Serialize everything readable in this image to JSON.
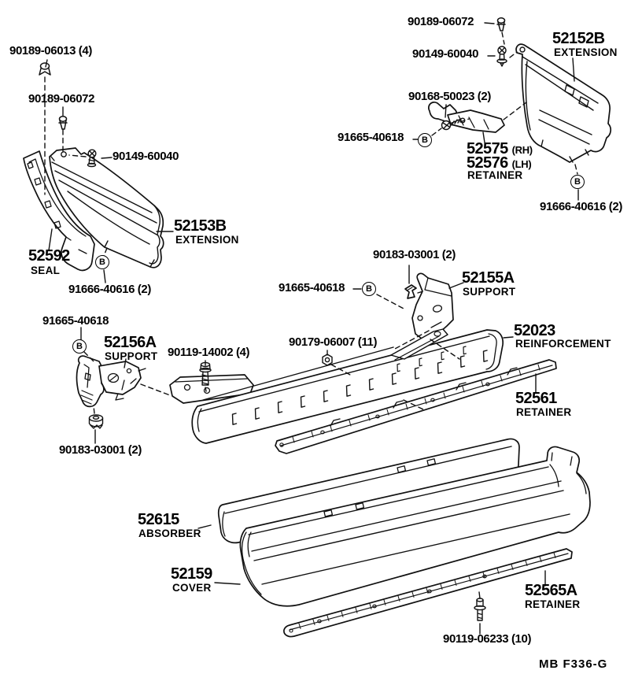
{
  "footer_code": "MB  F336-G",
  "marker_letter": "B",
  "fasteners": {
    "f90189_06013": "90189-06013 (4)",
    "f90189_06072_left": "90189-06072",
    "f90189_06072_right": "90189-06072",
    "f90149_60040_left": "90149-60040",
    "f90149_60040_right": "90149-60040",
    "f90168_50023": "90168-50023 (2)",
    "f91665_40618_top": "91665-40618",
    "f91665_40618_mid": "91665-40618",
    "f91665_40618_left": "91665-40618",
    "f91666_40616_left": "91666-40616 (2)",
    "f91666_40616_right": "91666-40616 (2)",
    "f90183_03001_mid": "90183-03001 (2)",
    "f90183_03001_left": "90183-03001 (2)",
    "f90179_06007": "90179-06007 (11)",
    "f90119_14002": "90119-14002 (4)",
    "f90119_06233": "90119-06233 (10)"
  },
  "parts": {
    "seal": {
      "num": "52592",
      "name": "SEAL"
    },
    "extension_left": {
      "num": "52153B",
      "name": "EXTENSION"
    },
    "extension_right": {
      "num": "52152B",
      "name": "EXTENSION"
    },
    "retainer_rh": {
      "num": "52575",
      "side": "(RH)"
    },
    "retainer_lh": {
      "num": "52576",
      "side": "(LH)"
    },
    "retainer_rhlh_name": "RETAINER",
    "support_right": {
      "num": "52155A",
      "name": "SUPPORT"
    },
    "support_left": {
      "num": "52156A",
      "name": "SUPPORT"
    },
    "reinforcement": {
      "num": "52023",
      "name": "REINFORCEMENT"
    },
    "retainer_bar": {
      "num": "52561",
      "name": "RETAINER"
    },
    "absorber": {
      "num": "52615",
      "name": "ABSORBER"
    },
    "cover": {
      "num": "52159",
      "name": "COVER"
    },
    "retainer_strip": {
      "num": "52565A",
      "name": "RETAINER"
    }
  }
}
